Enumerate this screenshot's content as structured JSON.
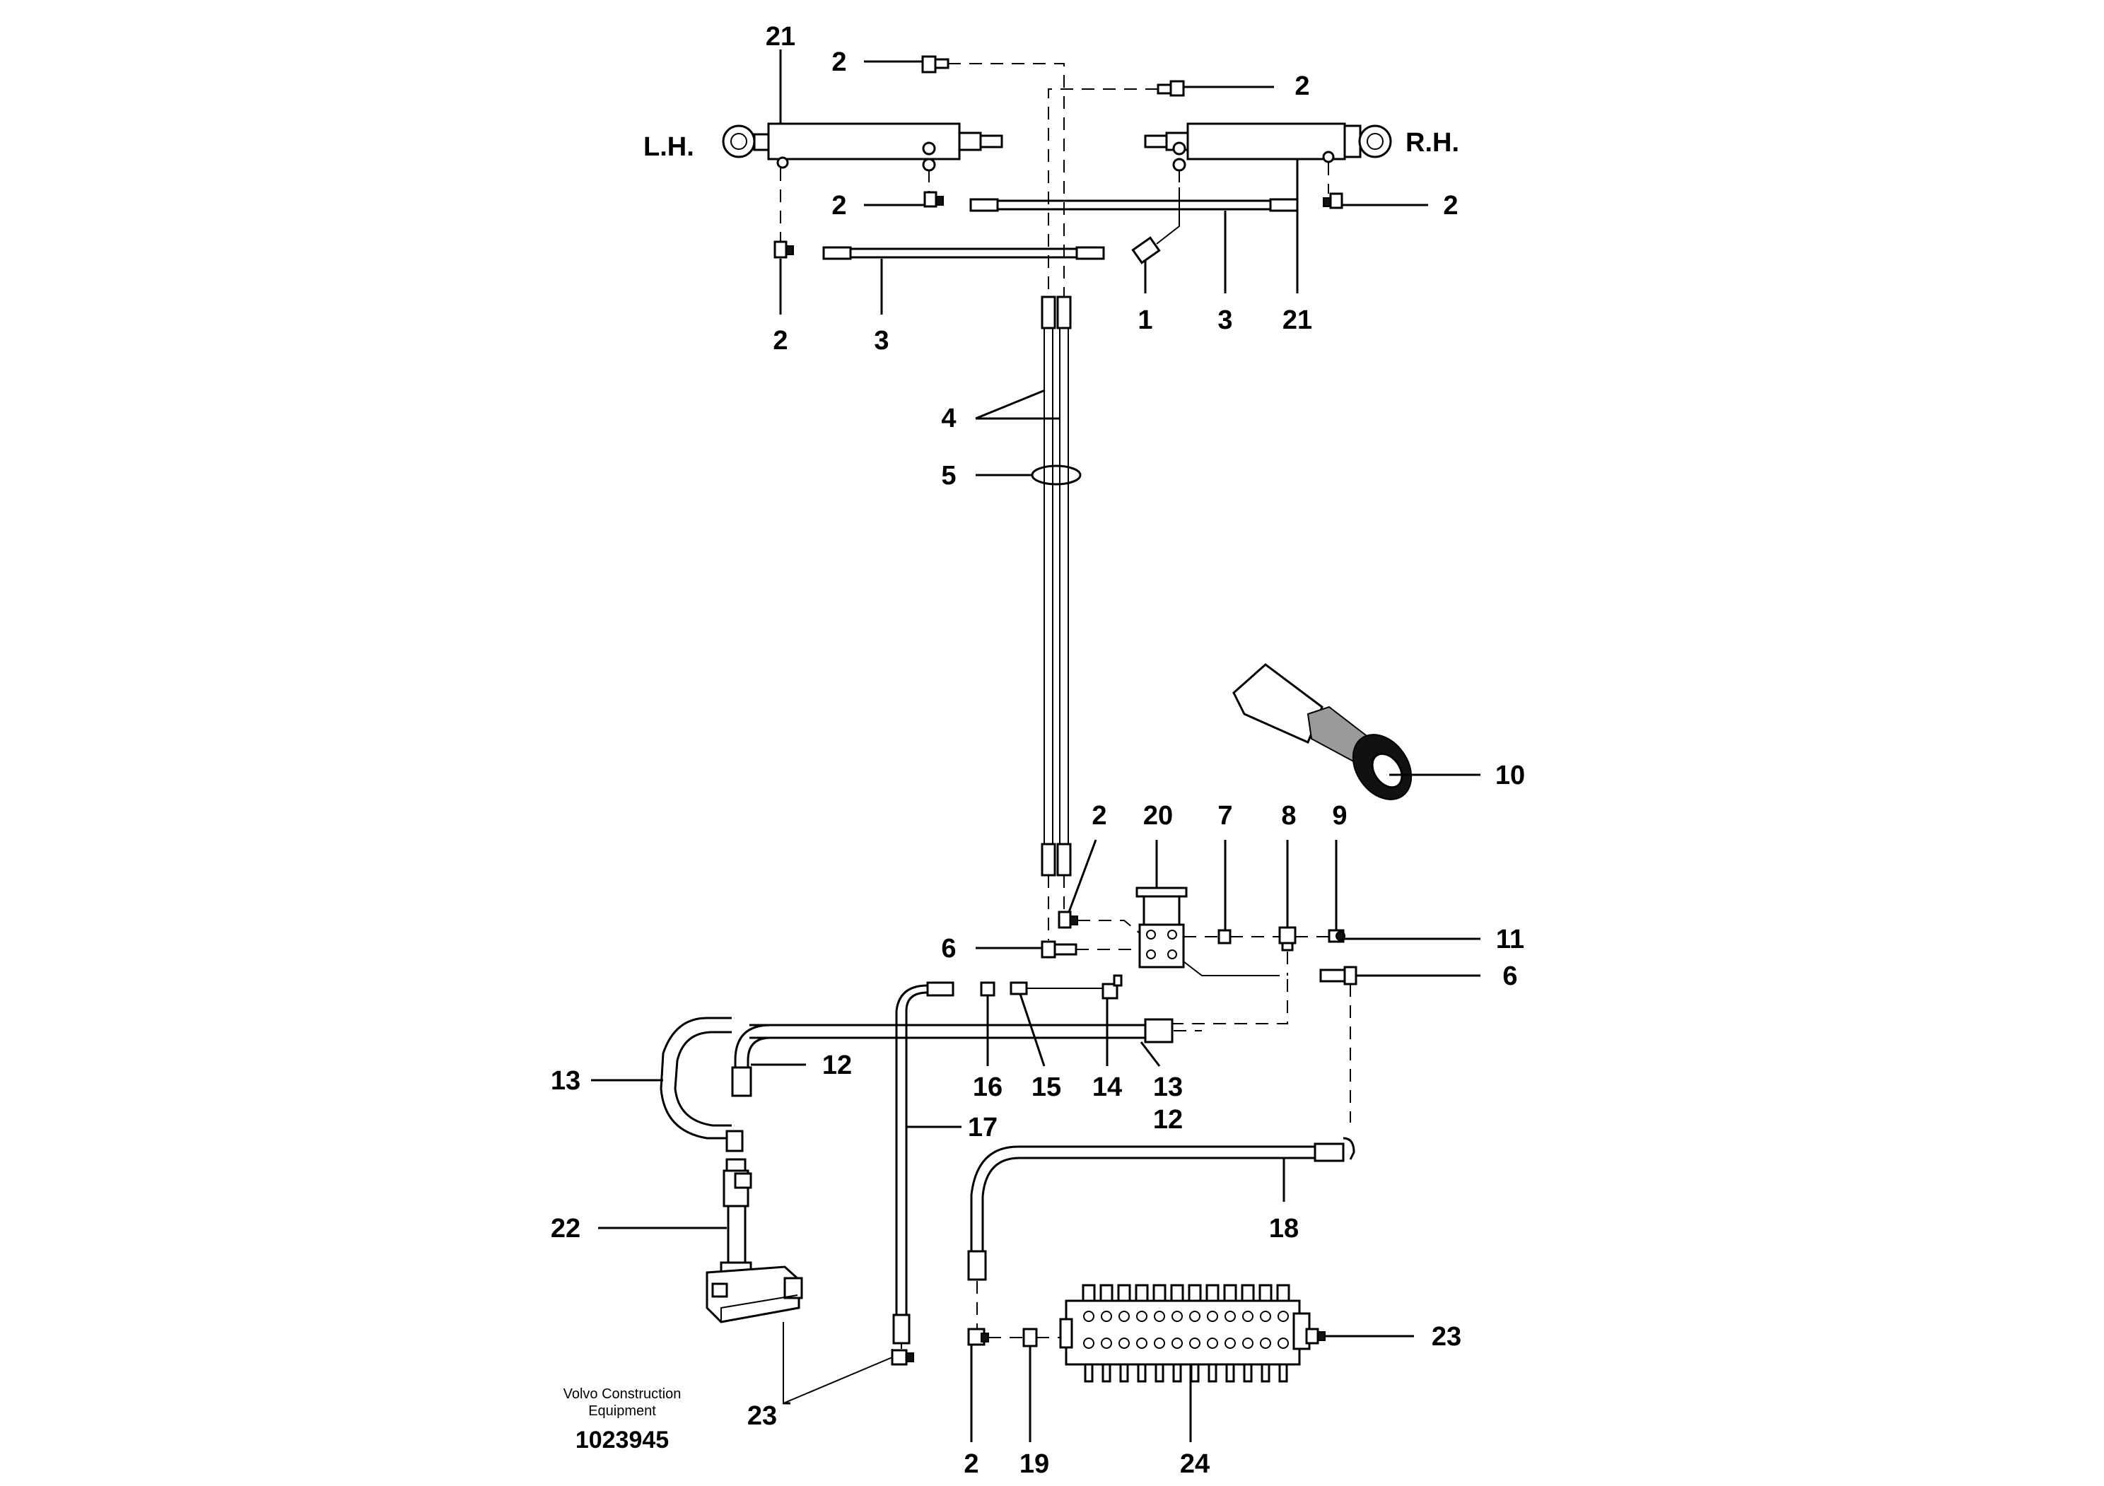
{
  "side_labels": {
    "left": "L.H.",
    "right": "R.H."
  },
  "callouts": {
    "c21a": "21",
    "c2a": "2",
    "c2b": "2",
    "c2c": "2",
    "c2d": "2",
    "c2e": "2",
    "c3a": "3",
    "c1": "1",
    "c3b": "3",
    "c21b": "21",
    "c4": "4",
    "c5": "5",
    "c10": "10",
    "c2f": "2",
    "c20": "20",
    "c7": "7",
    "c8": "8",
    "c9": "9",
    "c11": "11",
    "c6a": "6",
    "c6b": "6",
    "c13a": "13",
    "c12a": "12",
    "c16": "16",
    "c15": "15",
    "c14": "14",
    "c13b": "13",
    "c12b": "12",
    "c17": "17",
    "c18": "18",
    "c22": "22",
    "c23a": "23",
    "c23b": "23",
    "c2g": "2",
    "c19": "19",
    "c24": "24"
  },
  "credit": {
    "line1": "Volvo Construction",
    "line2": "Equipment",
    "doc_number": "1023945"
  }
}
